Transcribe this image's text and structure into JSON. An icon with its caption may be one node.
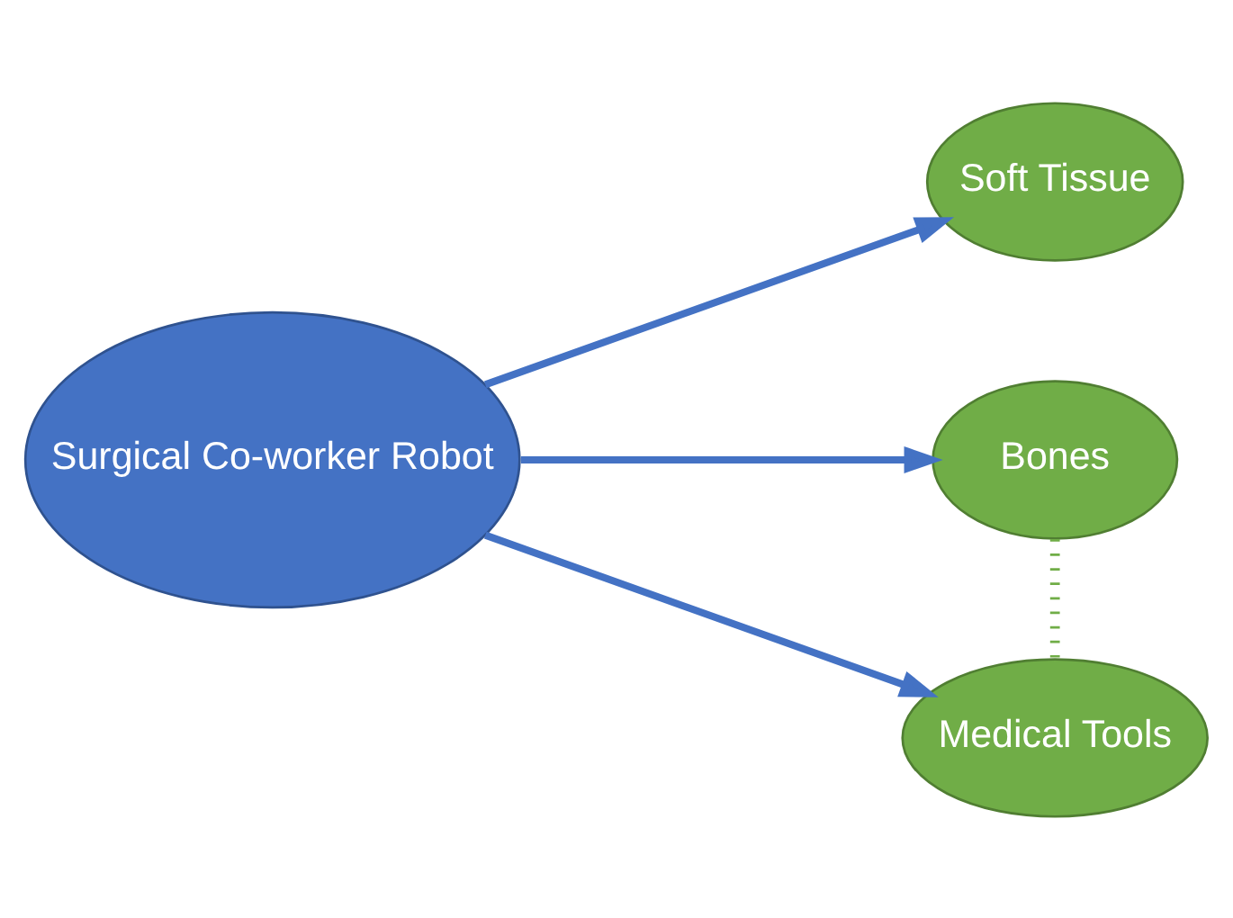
{
  "diagram": {
    "nodes": [
      {
        "text": [
          "Surgical Co-worker Robot"
        ]
      },
      {
        "text": [
          "Soft Tissue"
        ]
      },
      {
        "text": [
          "Bones"
        ]
      },
      {
        "text": [
          "Medical Tools"
        ]
      }
    ],
    "edges": [
      {
        "from": 0,
        "to": 1,
        "arrow": "to"
      },
      {
        "from": 0,
        "to": 2,
        "arrow": "to"
      },
      {
        "from": 0,
        "to": 3,
        "arrow": "to"
      },
      {
        "from": 2,
        "to": 3,
        "arrow": "none",
        "style": "dashed",
        "color": "#70ad47"
      }
    ]
  }
}
